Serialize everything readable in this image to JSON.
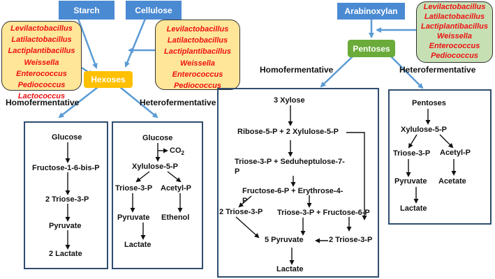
{
  "sources": {
    "starch": "Starch",
    "cellulose": "Cellulose",
    "arabinoxylan": "Arabinoxylan"
  },
  "hubs": {
    "hexoses": "Hexoses",
    "pentoses": "Pentoses"
  },
  "organisms": {
    "hexose_homo": [
      "Levilactobacillus",
      "Latilactobacillus",
      "Lactiplantibacillus",
      "Weissella",
      "Enterococcus",
      "Pediococcus",
      "Lactococcus"
    ],
    "hexose_hetero": [
      "Levilactobacillus",
      "Latilactobacillus",
      "Lactiplantibacillus",
      "Weissella",
      "Enterococcus",
      "Pediococcus"
    ],
    "pentose": [
      "Levilactobacillus",
      "Latilactobacillus",
      "Lactiplantibacillus",
      "Weissella",
      "Enterococcus",
      "Pediococcus"
    ]
  },
  "labels": {
    "hex_homo": "Homofermentative",
    "hex_hetero": "Heterofermentative",
    "pen_homo": "Homofermentative",
    "pen_hetero": "Heterofermentative"
  },
  "hexose_homo_pathway": {
    "glucose": "Glucose",
    "fbp": "Fructose-1-6-bis-P",
    "triose": "2 Triose-3-P",
    "pyruvate": "Pyruvate",
    "lactate": "2 Lactate"
  },
  "hexose_hetero_pathway": {
    "glucose": "Glucose",
    "co2": "CO",
    "co2_sub": "2",
    "xylulose": "Xylulose-5-P",
    "triose": "Triose-3-P",
    "acetyl": "Acetyl-P",
    "pyruvate": "Pyruvate",
    "ethanol": "Ethenol",
    "lactate": "Lactate"
  },
  "pentose_homo_pathway": {
    "xylose": "3 Xylose",
    "ribose": "Ribose-5-P + 2 Xylulose-5-P",
    "triose_sedo_1": "Triose-3-P + Seduheptulose-7-",
    "triose_sedo_2": "P",
    "f6p_e4p_1": "Fructose-6-P + Erythrose-4-",
    "f6p_e4p_2": "P",
    "two_triose_left": "2 Triose-3-P",
    "triose_f6p": "Triose-3-P + Fructose-6-P",
    "pyruvate": "5 Pyruvate",
    "two_triose_right": "2 Triose-3-P",
    "lactate": "Lactate"
  },
  "pentose_hetero_pathway": {
    "pentoses": "Pentoses",
    "xylulose": "Xylulose-5-P",
    "triose": "Triose-3-P",
    "acetyl": "Acetyl-P",
    "pyruvate": "Pyruvate",
    "acetate": "Acetate",
    "lactate": "Lactate"
  },
  "colors": {
    "source_blue": "#4a8ad3",
    "hub_hexose": "#ffc000",
    "hub_pentose": "#6aab3a",
    "org_box_yellow": "#ffe699",
    "org_box_green": "#c6e0b4",
    "organism_text": "#ee1111",
    "panel_border": "#2f4d6e",
    "connector_blue": "#5b9bd5"
  }
}
